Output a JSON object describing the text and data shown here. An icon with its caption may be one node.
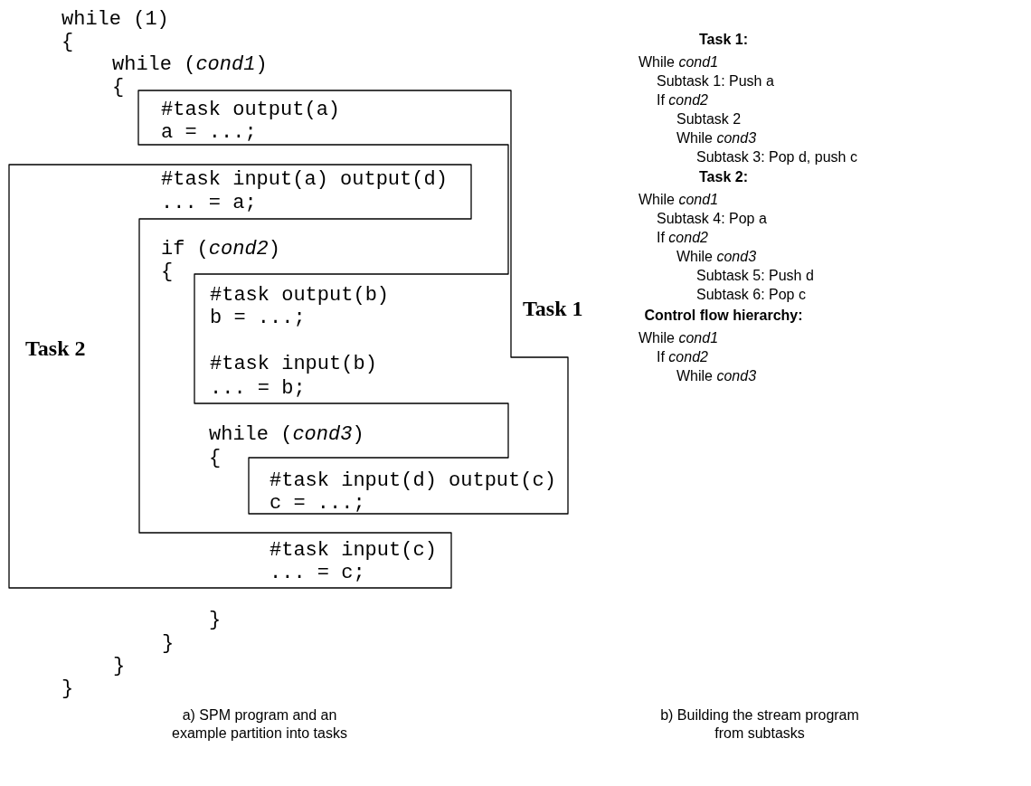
{
  "diagram": {
    "nodes": [
      {
        "text": [
          "Task 1"
        ]
      },
      {
        "text": [
          "Task 2"
        ]
      }
    ],
    "labels": [
      "while (1)",
      "{",
      "while (*cond1*)",
      "{",
      "#task output(a)",
      "a = ...;",
      "#task input(a) output(d)",
      "... = a;",
      "if (*cond2*)",
      "{",
      "#task output(b)",
      "b = ...;",
      "#task input(b)",
      "... = b;",
      "while (*cond3*)",
      "{",
      "#task input(d) output(c)",
      "c = ...;",
      "#task input(c)",
      "... = c;",
      "}",
      "}",
      "}",
      "}",
      "Task 1:",
      "While *cond1*",
      "Subtask 1: Push a",
      "If *cond2*",
      "Subtask 2",
      "While *cond3*",
      "Subtask 3: Pop d, push c",
      "Task 2:",
      "While *cond1*",
      "Subtask 4: Pop a",
      "If *cond2*",
      "While *cond3*",
      "Subtask 5: Push d",
      "Subtask 6: Pop c",
      "Control flow hierarchy:",
      "While *cond1*",
      "If *cond2*",
      "While *cond3*",
      "a) SPM program and an example partition into tasks",
      "b) Building the stream program from subtasks"
    ]
  }
}
